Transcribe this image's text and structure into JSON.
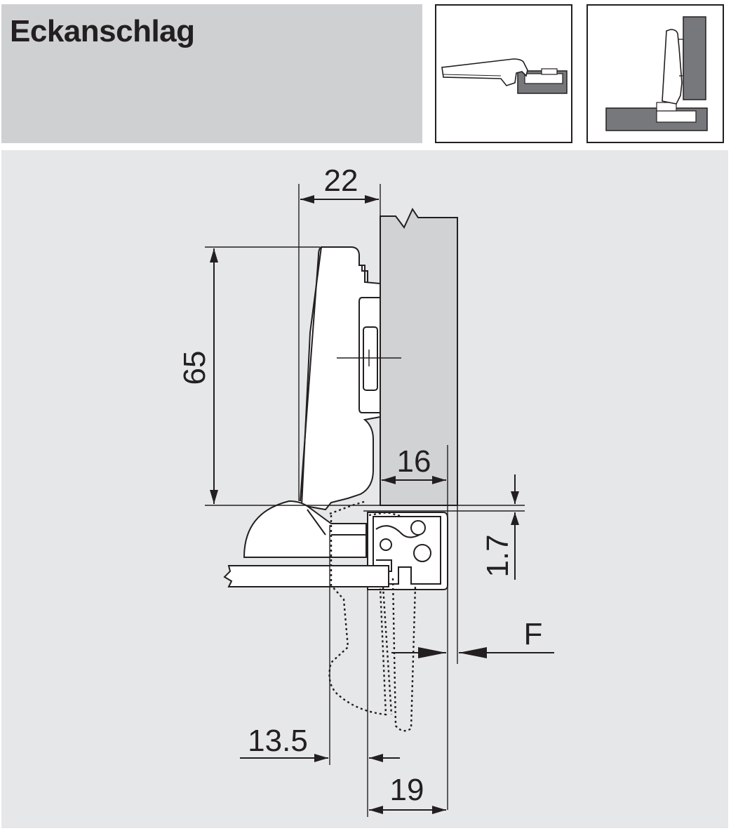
{
  "header": {
    "title": "Eckanschlag"
  },
  "thumbnails": [
    {
      "name": "open-hinge-thumbnail"
    },
    {
      "name": "closed-hinge-thumbnail"
    }
  ],
  "drawing": {
    "colors": {
      "background": "#e6e7e8",
      "cabinet_side": "#d1d2d3",
      "line": "#231f20",
      "door": "#ffffff",
      "thumb_fill": "#77787b"
    },
    "dimensions": {
      "hinge_depth": "22",
      "hinge_height": "65",
      "panel_thickness": "16",
      "gap": "1.7",
      "overlay": "F",
      "cup_distance": "13.5",
      "door_offset": "19"
    }
  }
}
